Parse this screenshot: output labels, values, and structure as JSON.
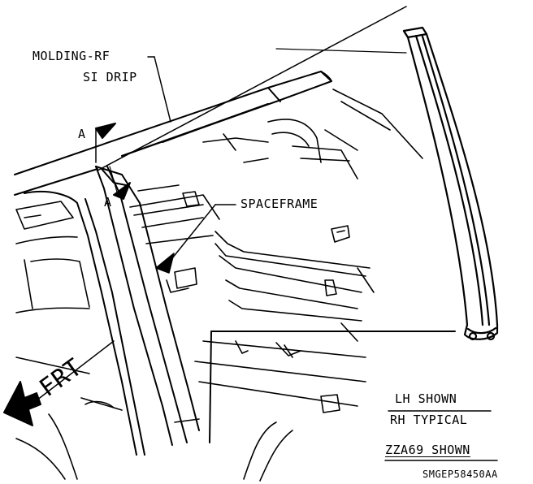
{
  "labels": {
    "molding_line1": "MOLDING-RF",
    "molding_line2": "SI DRIP",
    "section_a_top": "A",
    "section_a_bottom": "A",
    "spaceframe": "SPACEFRAME",
    "front": "FRT",
    "lh_shown": "LH SHOWN",
    "rh_typical": "RH TYPICAL",
    "model_shown": "ZZA69 SHOWN",
    "figure_code": "SMGEP58450AA"
  },
  "colors": {
    "ink": "#000000",
    "paper": "#ffffff"
  }
}
